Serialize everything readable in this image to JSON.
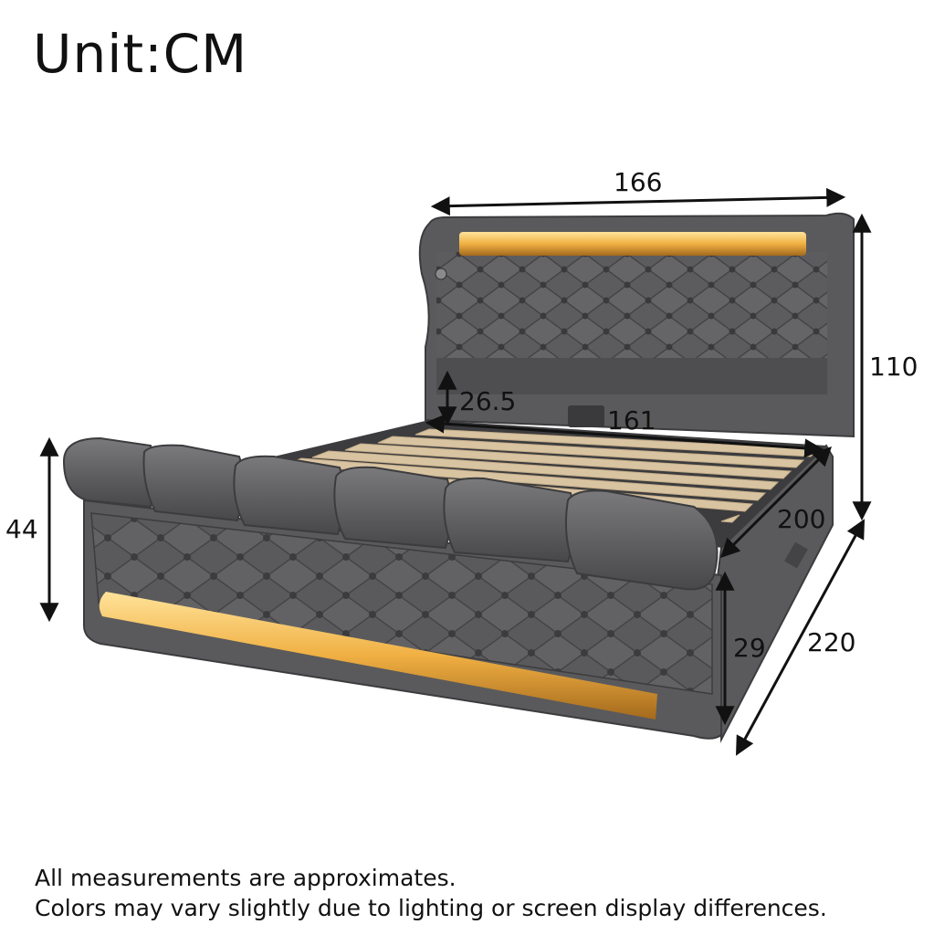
{
  "title": "Unit:CM",
  "dimensions": {
    "headboard_width": "166",
    "total_height": "110",
    "headboard_clearance": "26.5",
    "inner_width": "161",
    "inner_length": "200",
    "footboard_height": "44",
    "rail_height": "29",
    "total_length": "220"
  },
  "notes": {
    "line1": "All measurements are approximates.",
    "line2": "Colors may vary slightly due to lighting or screen display differences."
  },
  "colors": {
    "upholstery": "#5f5f61",
    "upholstery_dark": "#4a4a4c",
    "led": "#f0b043",
    "slat": "#d9c4a2",
    "frame_inner": "#3f3f41"
  }
}
